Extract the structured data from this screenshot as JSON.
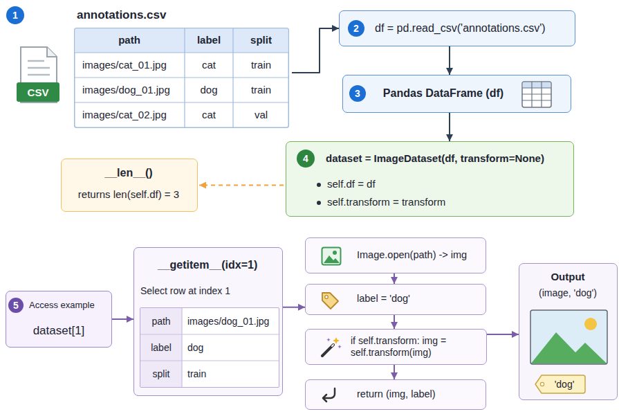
{
  "diagram": {
    "nodes": [
      {
        "text": [
          "annotations.csv",
          "path",
          "label",
          "split",
          "images/cat_01.jpg",
          "cat",
          "train",
          "images/dog_01.jpg",
          "dog",
          "train",
          "images/cat_02.jpg",
          "cat",
          "val"
        ]
      },
      {
        "text": [
          "df = pd.read_csv('annotations.csv')"
        ]
      },
      {
        "text": [
          "Pandas DataFrame (df)"
        ]
      },
      {
        "text": [
          "dataset = ImageDataset(df, transform=None)",
          "self.df = df",
          "self.transform = transform"
        ]
      },
      {
        "text": [
          "__len__()",
          "returns len(self.df) = 3"
        ]
      },
      {
        "text": [
          "Access example",
          "dataset[1]"
        ]
      },
      {
        "text": [
          "__getitem__(idx=1)",
          "Select row at index 1"
        ]
      },
      {
        "text": [
          "path",
          "images/dog_01.jpg",
          "label",
          "dog",
          "split",
          "train"
        ],
        "in": 6
      },
      {
        "text": [
          "Image.open(path) -> img"
        ]
      },
      {
        "text": [
          "label = 'dog'"
        ]
      },
      {
        "text": [
          "if self.transform: img = self.transform(img)"
        ]
      },
      {
        "text": [
          "return (img, label)"
        ]
      },
      {
        "text": [
          "Output",
          "(image, 'dog')"
        ]
      },
      {
        "text": [
          "'dog'"
        ],
        "in": 12
      }
    ],
    "edges": [
      {
        "from": 0,
        "to": 1,
        "arrow": "to"
      },
      {
        "from": 1,
        "to": 2,
        "arrow": "to"
      },
      {
        "from": 2,
        "to": 3,
        "arrow": "to"
      },
      {
        "from": 3,
        "to": 4,
        "arrow": "to"
      },
      {
        "from": 5,
        "to": 6,
        "arrow": "to"
      },
      {
        "from": 6,
        "to": 9,
        "arrow": "to"
      },
      {
        "from": 8,
        "to": 9,
        "arrow": "to"
      },
      {
        "from": 9,
        "to": 10,
        "arrow": "to"
      },
      {
        "from": 10,
        "to": 11,
        "arrow": "to"
      },
      {
        "from": 10,
        "to": 12,
        "arrow": "to"
      }
    ],
    "labels": [
      "1",
      "CSV",
      "2",
      "3",
      "4",
      "5"
    ]
  }
}
